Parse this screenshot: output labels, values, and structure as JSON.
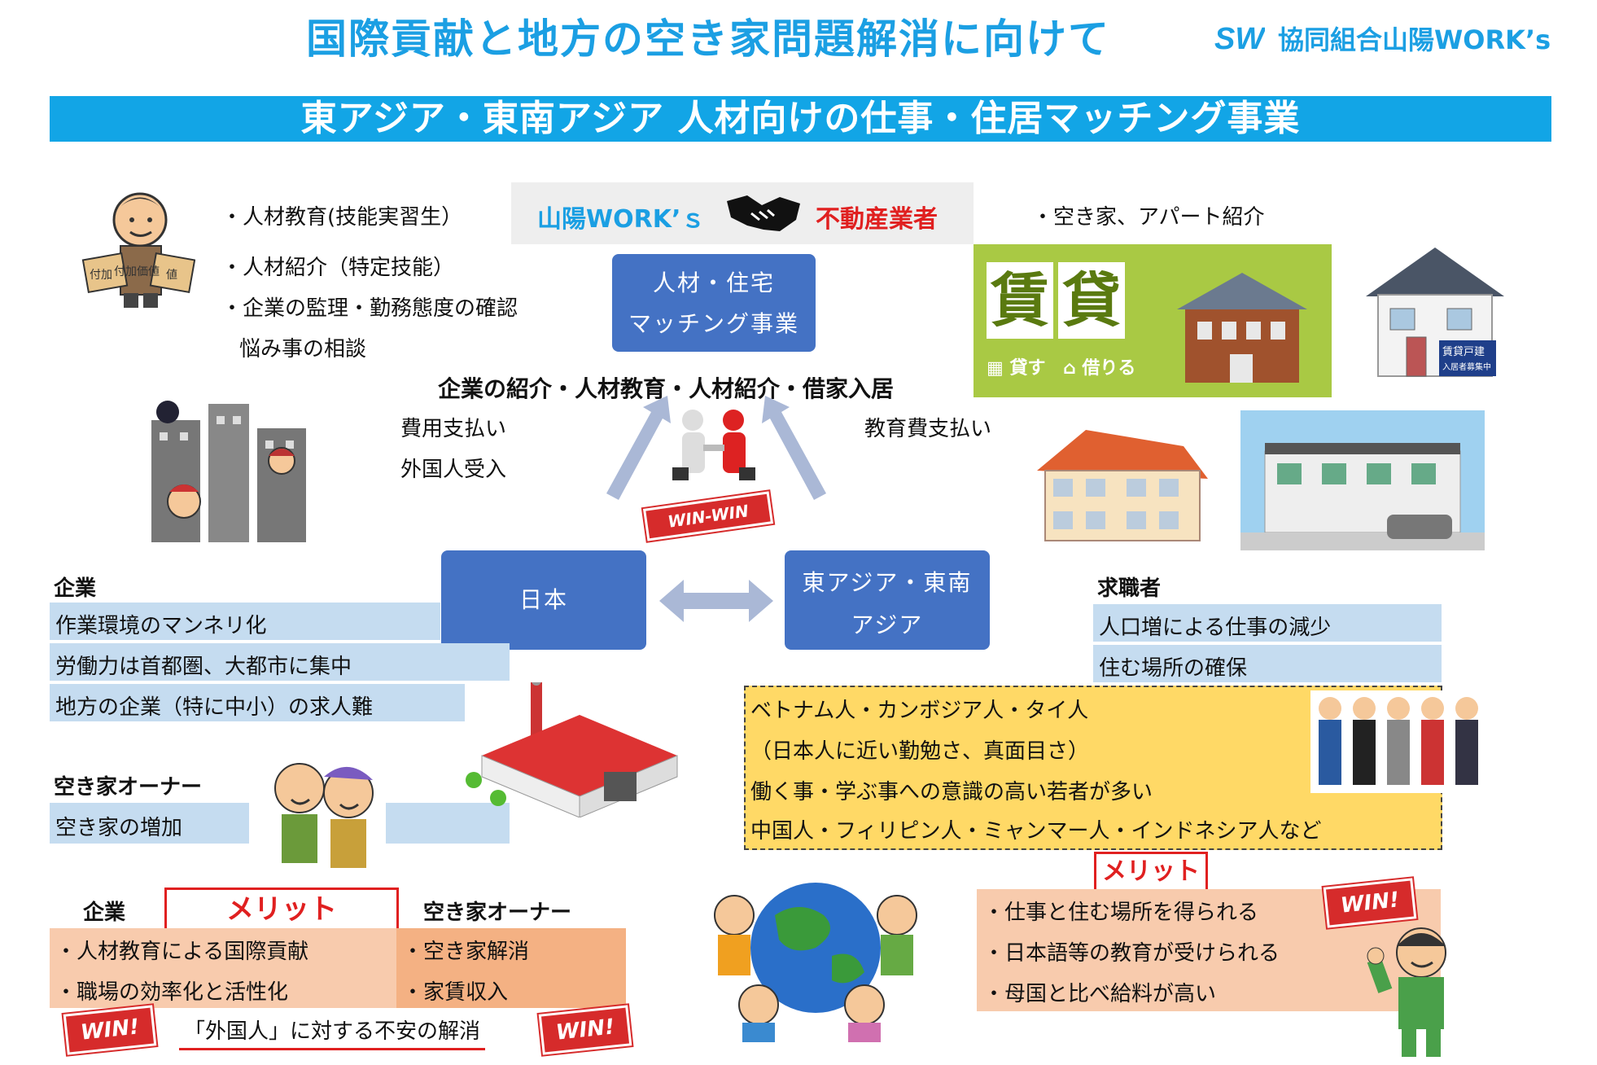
{
  "title": "国際貢献と地方の空き家問題解消に向けて",
  "logo": {
    "mark": "SW",
    "text": "協同組合山陽WORK’s"
  },
  "banner": "東アジア・東南アジア 人材向けの仕事・住居マッチング事業",
  "partner": {
    "left": "山陽WORK’ｓ",
    "right": "不動産業者",
    "icon": "handshake-icon"
  },
  "top_left_bullets": [
    "・人材教育(技能実習生）",
    "・人材紹介（特定技能）",
    "・企業の監理・勤務態度の確認",
    "悩み事の相談"
  ],
  "top_right_bullet": "・空き家、アパート紹介",
  "matching_box": [
    "人材・住宅",
    "マッチング事業"
  ],
  "services_line": "企業の紹介・人材教育・人材紹介・借家入居",
  "left_payments": [
    "費用支払い",
    "外国人受入"
  ],
  "right_payment": "教育費支払い",
  "win_win": "WIN-WIN",
  "japan_box": "日本",
  "asia_box": [
    "東アジア・東南",
    "アジア"
  ],
  "rental_sign": {
    "chars": [
      "賃",
      "貸"
    ],
    "lend": "貸す",
    "borrow": "借りる"
  },
  "house_sign": {
    "line1": "賃貸戸建",
    "line2": "入居者募集中"
  },
  "company": {
    "heading": "企業",
    "items": [
      "作業環境のマンネリ化",
      "労働力は首都圏、大都市に集中",
      "地方の企業（特に中小）の求人難"
    ]
  },
  "owner": {
    "heading": "空き家オーナー",
    "items": [
      "空き家の増加"
    ]
  },
  "seekers": {
    "heading": "求職者",
    "items": [
      "人口増による仕事の減少",
      "住む場所の確保"
    ]
  },
  "nationalities": [
    "ベトナム人・カンボジア人・タイ人",
    "（日本人に近い勤勉さ、真面目さ）",
    "働く事・学ぶ事への意識の高い若者が多い",
    "中国人・フィリピン人・ミャンマー人・インドネシア人など"
  ],
  "merit_left": {
    "label": "メリット",
    "company_heading": "企業",
    "company_items": [
      "・人材教育による国際貢献",
      "・職場の効率化と活性化"
    ],
    "owner_heading": "空き家オーナー",
    "owner_items": [
      "・空き家解消",
      "・家賃収入"
    ],
    "anxiety": "「外国人」に対する不安の解消"
  },
  "merit_right": {
    "label": "メリット",
    "items": [
      "・仕事と住む場所を得られる",
      "・日本語等の教育が受けられる",
      "・母国と比べ給料が高い"
    ]
  },
  "win_badge": "WIN!",
  "illus_value_labels": [
    "付加",
    "付加価値",
    "値"
  ],
  "colors": {
    "accent": "#1b9fe3",
    "box_blue": "#4472c4",
    "light_blue": "#c5dcf0",
    "peach": "#f8cbad",
    "yellow": "#ffd966",
    "red": "#e02020"
  }
}
